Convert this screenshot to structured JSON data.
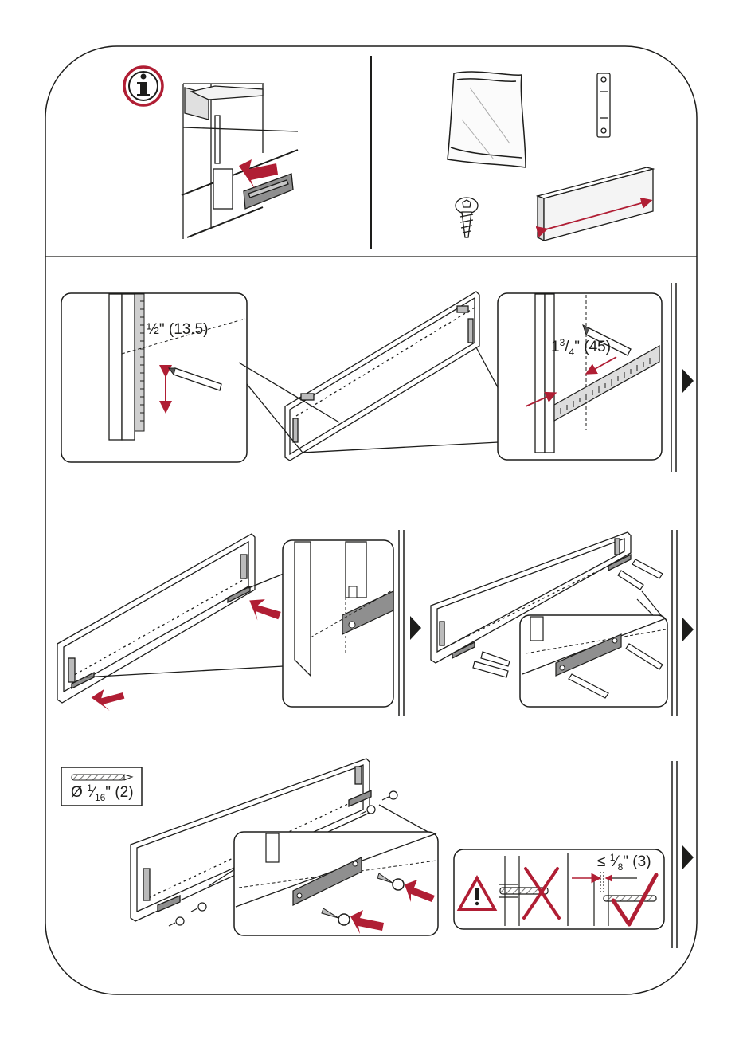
{
  "colors": {
    "accent": "#b01e34",
    "line": "#1d1d1b",
    "grey": "#8c8c8c",
    "light_grey": "#bdbdbd"
  },
  "icons": {
    "info": "info-icon",
    "warning": "warning-triangle-icon",
    "next": "next-step-arrow-icon",
    "cross": "cross-mark-icon",
    "check": "check-mark-icon"
  },
  "step2": {
    "left_measure": {
      "main": "½\" (13.5)"
    },
    "right_measure": {
      "whole": "1",
      "num": "3",
      "slash": "/",
      "den": "4",
      "rest": "\" (45)"
    }
  },
  "step4": {
    "drill_bit": {
      "prefix": "Ø",
      "num": "1",
      "den": "16",
      "rest": "\" (2)"
    },
    "gap": {
      "prefix": "≤",
      "num": "1",
      "den": "8",
      "rest": "\" (3)"
    }
  }
}
